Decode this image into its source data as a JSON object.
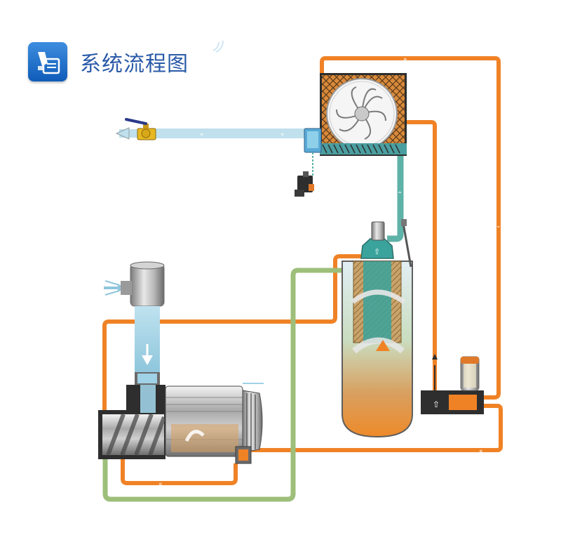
{
  "header": {
    "title": "系统流程图",
    "icon": "document-edit-icon"
  },
  "colors": {
    "oil": "#f08226",
    "air": "#9fd2e6",
    "return_oil": "#9dbf7a",
    "teal": "#5fb2a8",
    "title": "#2a5aa8",
    "cooler_frame": "#d97a29",
    "dark": "#3a3a3a"
  },
  "components": [
    {
      "id": "cooler",
      "icon": "cooler-fan-icon"
    },
    {
      "id": "separator",
      "icon": "oil-separator-tank-icon"
    },
    {
      "id": "air-end",
      "icon": "screw-air-end-icon"
    },
    {
      "id": "motor",
      "icon": "motor-icon"
    },
    {
      "id": "air-filter",
      "icon": "air-filter-icon"
    },
    {
      "id": "oil-filter",
      "icon": "oil-filter-icon"
    },
    {
      "id": "thermostatic-valve",
      "icon": "thermostatic-valve-icon"
    },
    {
      "id": "ball-valve",
      "icon": "ball-valve-icon"
    },
    {
      "id": "drain-valve",
      "icon": "drain-valve-icon"
    },
    {
      "id": "min-pressure-valve",
      "icon": "min-pressure-valve-icon"
    }
  ]
}
